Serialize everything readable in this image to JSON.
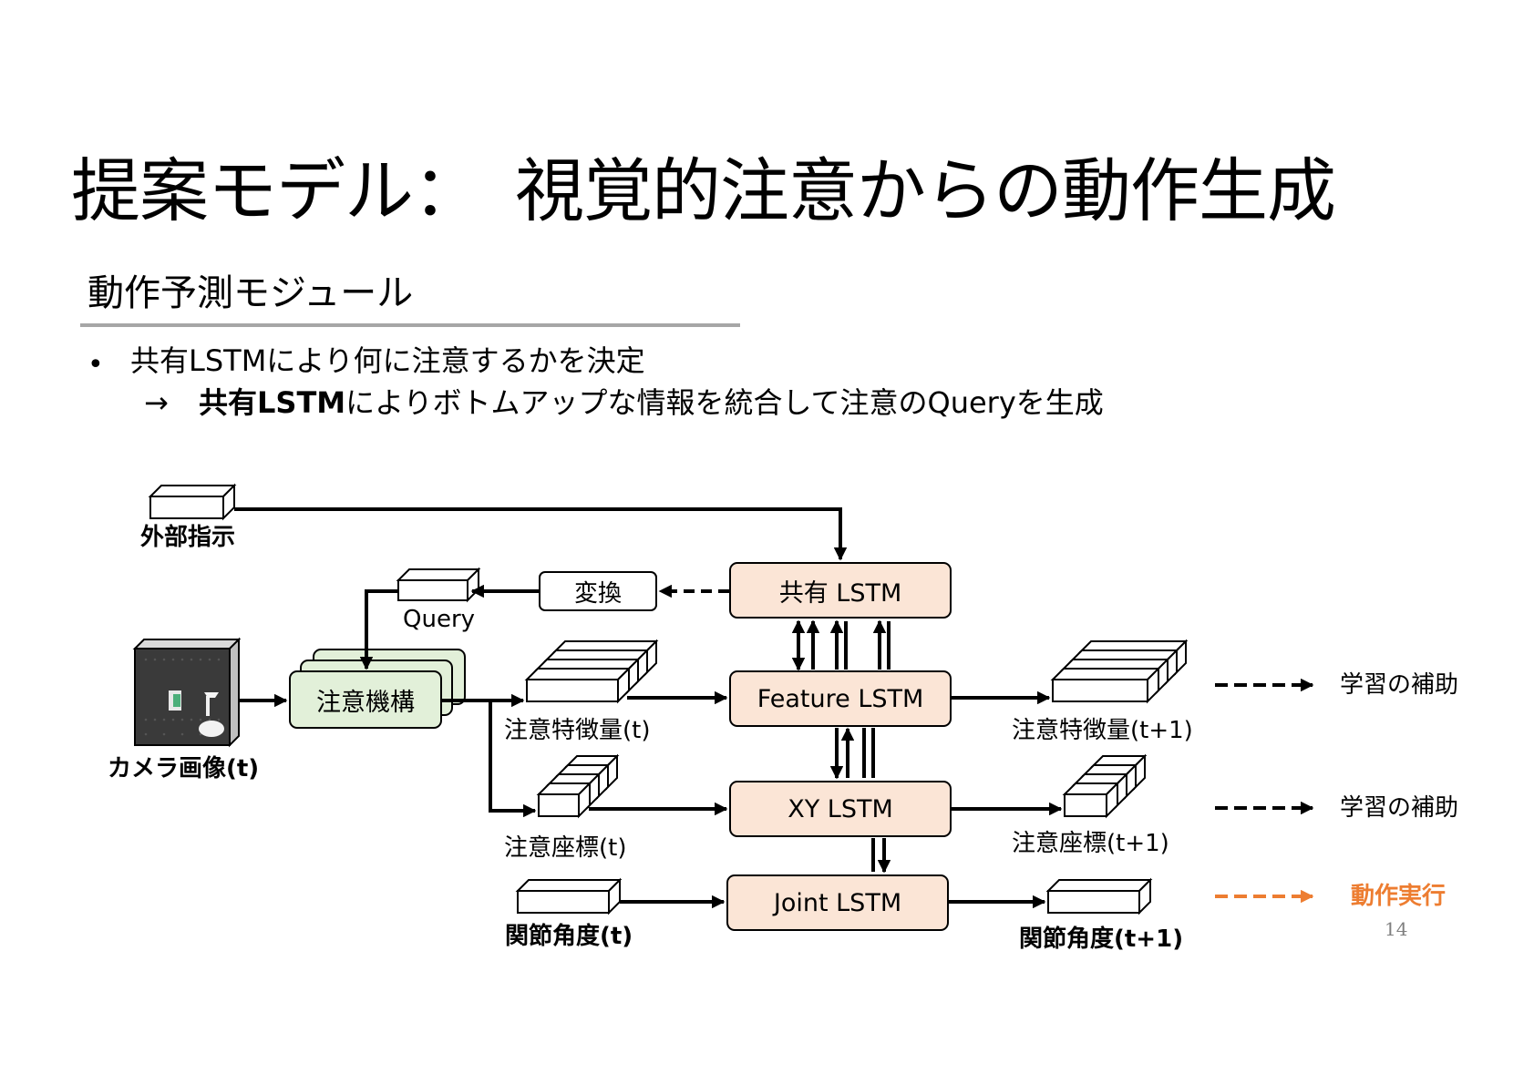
{
  "slide": {
    "title": "提案モデル：　視覚的注意からの動作生成",
    "subtitle": "動作予測モジュール",
    "bullet_marker": "•",
    "bullet1": "共有LSTMにより何に注意するかを決定",
    "bullet2_arrow": "→",
    "bullet2_bold": "共有LSTM",
    "bullet2_rest": "によりボトムアップな情報を統合して注意のQueryを生成",
    "page_number": "14"
  },
  "diagram": {
    "nodes": {
      "shared_lstm": "共有 LSTM",
      "feature_lstm": "Feature LSTM",
      "xy_lstm": "XY LSTM",
      "joint_lstm": "Joint LSTM",
      "attention": "注意機構",
      "transform": "変換"
    },
    "labels": {
      "external": "外部指示",
      "query": "Query",
      "camera": "カメラ画像(t)",
      "feat_t": "注意特徴量(t)",
      "coord_t": "注意座標(t)",
      "joint_t": "関節角度(t)",
      "feat_t1": "注意特徴量(t+1)",
      "coord_t1": "注意座標(t+1)",
      "joint_t1": "関節角度(t+1)"
    },
    "legend": [
      {
        "label": "学習の補助",
        "color": "#000000"
      },
      {
        "label": "学習の補助",
        "color": "#000000"
      },
      {
        "label": "動作実行",
        "color": "#ed7d31"
      }
    ],
    "colors": {
      "lstm_fill": "#fbe5d6",
      "attention_fill": "#e2f0d9",
      "orange": "#ed7d31"
    }
  }
}
